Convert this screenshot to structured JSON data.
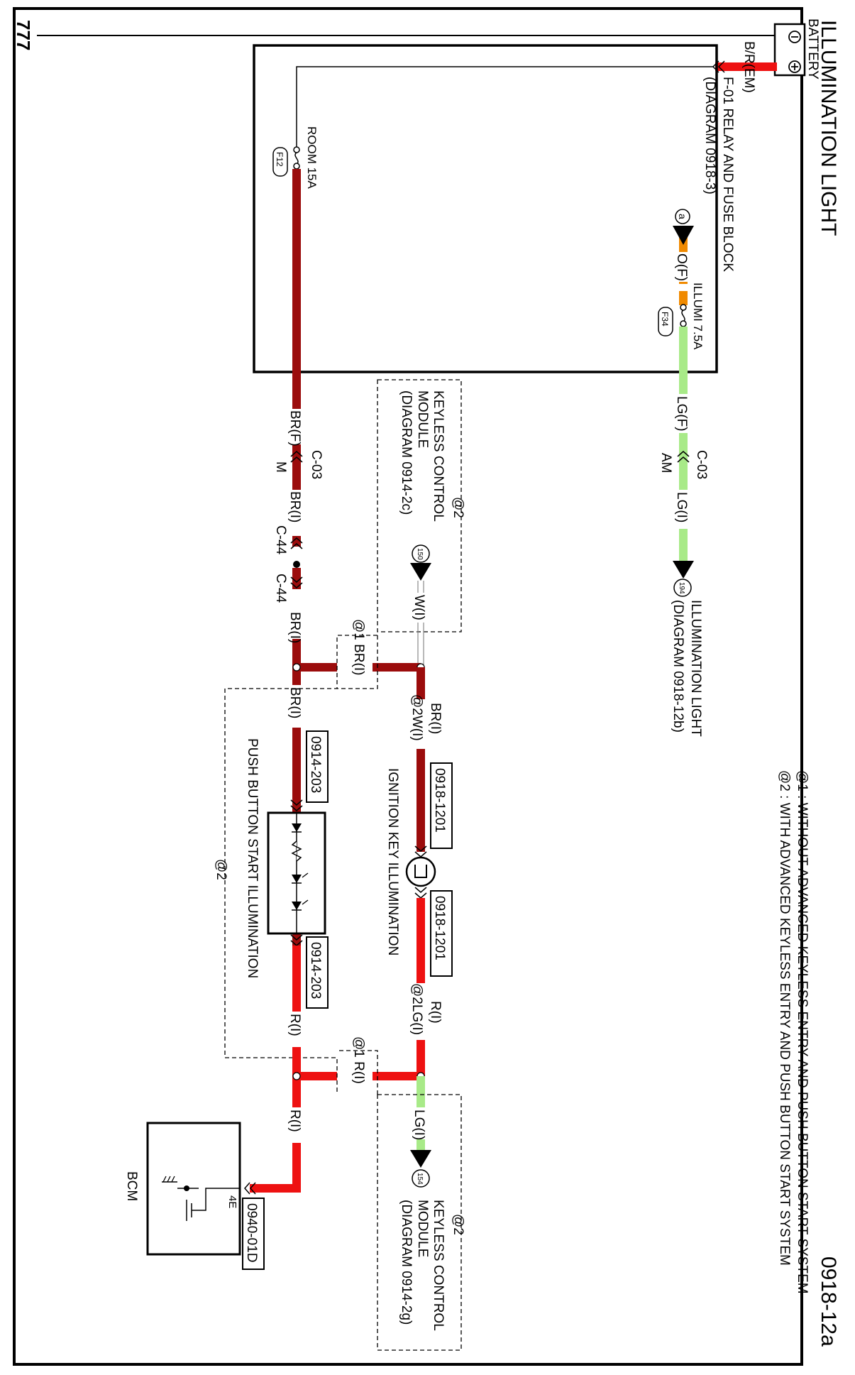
{
  "diagram": {
    "title": "ILLUMINATION LIGHT",
    "page_id": "0918-12a",
    "page_code": "777",
    "notes": [
      "@1 : WITHOUT ADVANCED KEYLESS ENTRY AND PUSH BUTTON START SYSTEM",
      "@2 : WITH ADVANCED KEYLESS ENTRY AND PUSH BUTTON START SYSTEM"
    ],
    "components": {
      "battery": "BATTERY",
      "battery_minus": "⊖",
      "battery_plus": "⊕",
      "relay_block": "F-01 RELAY AND FUSE BLOCK",
      "relay_block_ref": "(DIAGRAM 0918-3)",
      "fuse_room": "ROOM 15A",
      "fuse_room_id": "F12",
      "fuse_illumi": "ILLUMI 7.5A",
      "fuse_illumi_id": "F34",
      "kcm_top_group": "@2",
      "kcm_top_line1": "KEYLESS CONTROL",
      "kcm_top_line2": "MODULE",
      "kcm_top_ref": "(DIAGRAM 0914-2c)",
      "kcm_top_pin": "150",
      "kcm_bottom_group": "@2",
      "kcm_bottom_line1": "KEYLESS CONTROL",
      "kcm_bottom_line2": "MODULE",
      "kcm_bottom_ref": "(DIAGRAM 0914-2g)",
      "kcm_bottom_pin": "154",
      "illum_light_label": "ILLUMINATION LIGHT",
      "illum_light_ref": "(DIAGRAM 0918-12b)",
      "illum_light_pin": "194",
      "ignition_key": "IGNITION KEY ILLUMINATION",
      "push_button": "PUSH BUTTON START ILLUMINATION",
      "push_button_group": "@2",
      "bcm": "BCM",
      "bcm_pin": "4E"
    },
    "wire_labels": {
      "br_em": "B/R(EM)",
      "of": "O(F)",
      "lg_f": "LG(F)",
      "lg_i_top": "LG(I)",
      "br_f": "BR(F)",
      "br_i_1": "BR(I)",
      "br_i_2": "BR(I)",
      "br_i_3": "BR(I)",
      "br_i_4": "BR(I)",
      "at1_br_i": "@1 BR(I)",
      "at2_w_i": "@2W(I)",
      "w_i": "W(I)",
      "r_i_1": "R(I)",
      "r_i_2": "R(I)",
      "r_i_3": "R(I)",
      "at1_r_i": "@1 R(I)",
      "at2_lg_i": "@2LG(I)",
      "lg_i_bottom": "LG(I)"
    },
    "connectors": {
      "c03_left": "C-03",
      "c03_right": "C-03",
      "m": "M",
      "am": "AM",
      "c44_a": "C-44",
      "c44_b": "C-44",
      "ref_0918_1201_a": "0918-1201",
      "ref_0918_1201_b": "0918-1201",
      "ref_0914_203_a": "0914-203",
      "ref_0914_203_b": "0914-203",
      "ref_0940_01d": "0940-01D",
      "node_a": "a"
    },
    "colors": {
      "wire_brown": "#9b0c0c",
      "wire_red": "#ee1111",
      "wire_light_green": "#a8ea88",
      "wire_orange": "#f08a00"
    }
  }
}
